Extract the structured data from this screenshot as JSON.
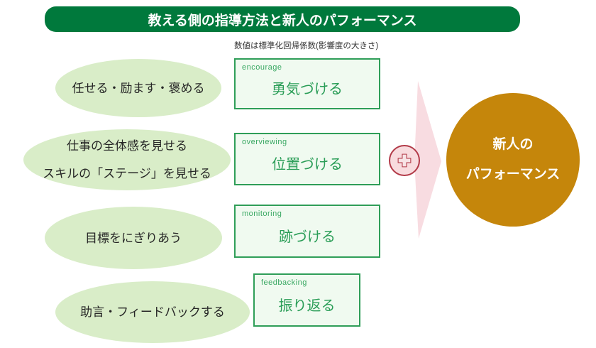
{
  "title": {
    "text": "教える側の指導方法と新人のパフォーマンス"
  },
  "note": "数値は標準化回帰係数(影響度の大きさ)",
  "rows": [
    {
      "ellipse_lines": [
        "任せる・励ます・褒める"
      ],
      "box": {
        "en": "encourage",
        "ja": "勇気づける"
      }
    },
    {
      "ellipse_lines": [
        "仕事の全体感を見せる",
        "スキルの「ステージ」を見せる"
      ],
      "box": {
        "en": "overviewing",
        "ja": "位置づける"
      }
    },
    {
      "ellipse_lines": [
        "目標をにぎりあう"
      ],
      "box": {
        "en": "monitoring",
        "ja": "跡づける"
      }
    },
    {
      "ellipse_lines": [
        "助言・フィードバックする"
      ],
      "box": {
        "en": "feedbacking",
        "ja": "振り返る"
      }
    }
  ],
  "result": {
    "lines": [
      "新人の",
      "パフォーマンス"
    ]
  },
  "icons": {
    "plus": "plus-in-circle-icon",
    "arrow": "right-arrow-shape"
  },
  "colors": {
    "header_bg": "#00793c",
    "header_text": "#ffffff",
    "ellipse_bg": "#d9edc8",
    "ellipse_text": "#262626",
    "box_bg": "#f0faf0",
    "box_border": "#2f9e58",
    "box_label": "#3aa863",
    "box_text": "#2a9d57",
    "arrow_pink": "#f8dce1",
    "plus_border": "#b23a48",
    "plus_bg": "#f8dbde",
    "plus_fill": "#f7e3e5",
    "circle_orange": "#c5860b",
    "circle_text": "#ffffff",
    "note_text": "#333333"
  }
}
